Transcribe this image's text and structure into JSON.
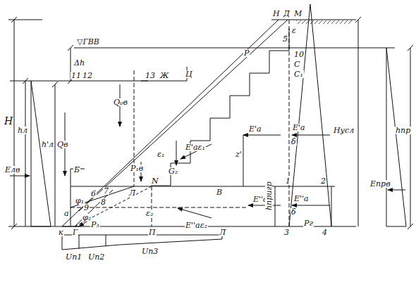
{
  "diagram": {
    "labels": [
      "Н",
      "Д",
      "М",
      "5",
      "ε",
      "▽ГВВ",
      "Δh",
      "Р",
      "10",
      "С",
      "С₁",
      "11",
      "12",
      "13",
      "Ж",
      "Ц",
      "H",
      "hл",
      "h'л",
      "Q₀в",
      "Qв",
      "Eлв",
      "Б",
      "P₁в",
      "G₂",
      "E'a",
      "E'a",
      "δ",
      "z'",
      "E'aε₁",
      "ε₁",
      "Л",
      "N",
      "В",
      "1",
      "2",
      "7",
      "6",
      "8",
      "9",
      "ε₂",
      "a",
      "φ₁",
      "φ₂",
      "P₃",
      "E''a",
      "E''a",
      "δ",
      "hпригр",
      "E''aε₂",
      "к",
      "Г",
      "П",
      "Л",
      "3",
      "4",
      "Pг",
      "Hусл",
      "hпр",
      "Eпрв",
      "Uп1",
      "Uп2",
      "Uп3"
    ]
  }
}
